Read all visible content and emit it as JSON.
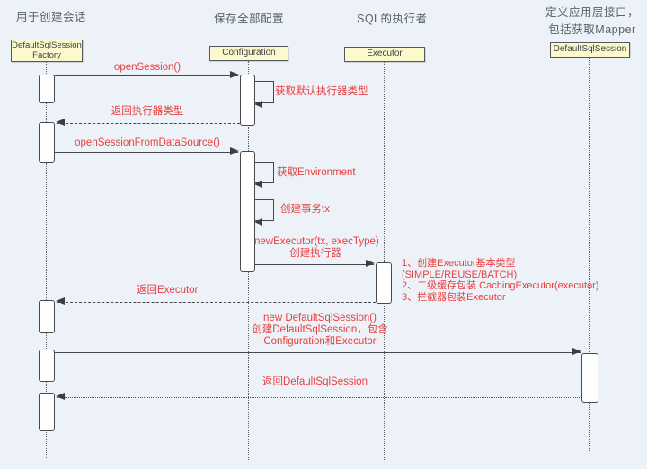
{
  "roles": {
    "factory": "用于创建会话",
    "configuration": "保存全部配置",
    "executor": "SQL的执行者",
    "session_line1": "定义应用层接口，",
    "session_line2": "包括获取Mapper"
  },
  "participants": {
    "factory_line1": "DefaultSqlSession",
    "factory_line2": "Factory",
    "configuration": "Configuration",
    "executor": "Executor",
    "session": "DefaultSqlSession"
  },
  "messages": {
    "open_session": "openSession()",
    "get_default_executor_type": "获取默认执行器类型",
    "return_executor_type": "返回执行器类型",
    "open_session_from_datasource": "openSessionFromDataSource()",
    "get_environment": "获取Environment",
    "create_tx": "创建事务tx",
    "new_executor_line1": "newExecutor(tx, execType)",
    "new_executor_line2": "创建执行器",
    "return_executor": "返回Executor",
    "new_session_line1": "new DefaultSqlSession()",
    "new_session_line2": "创建DefaultSqlSession，包含",
    "new_session_line3": "Configuration和Executor",
    "return_session": "返回DefaultSqlSession"
  },
  "note": {
    "lines": [
      "1、创建Executor基本类型",
      " (SIMPLE/REUSE/BATCH)",
      "2、二级缓存包装 CachingExecutor(executor)",
      "3、拦截器包装Executor"
    ]
  },
  "colors": {
    "background": "#edf1f8",
    "participant_fill": "#fcfacd",
    "participant_border": "#55585c",
    "message_text": "#e8403f",
    "role_text": "#59616f",
    "line": "#45474c"
  }
}
